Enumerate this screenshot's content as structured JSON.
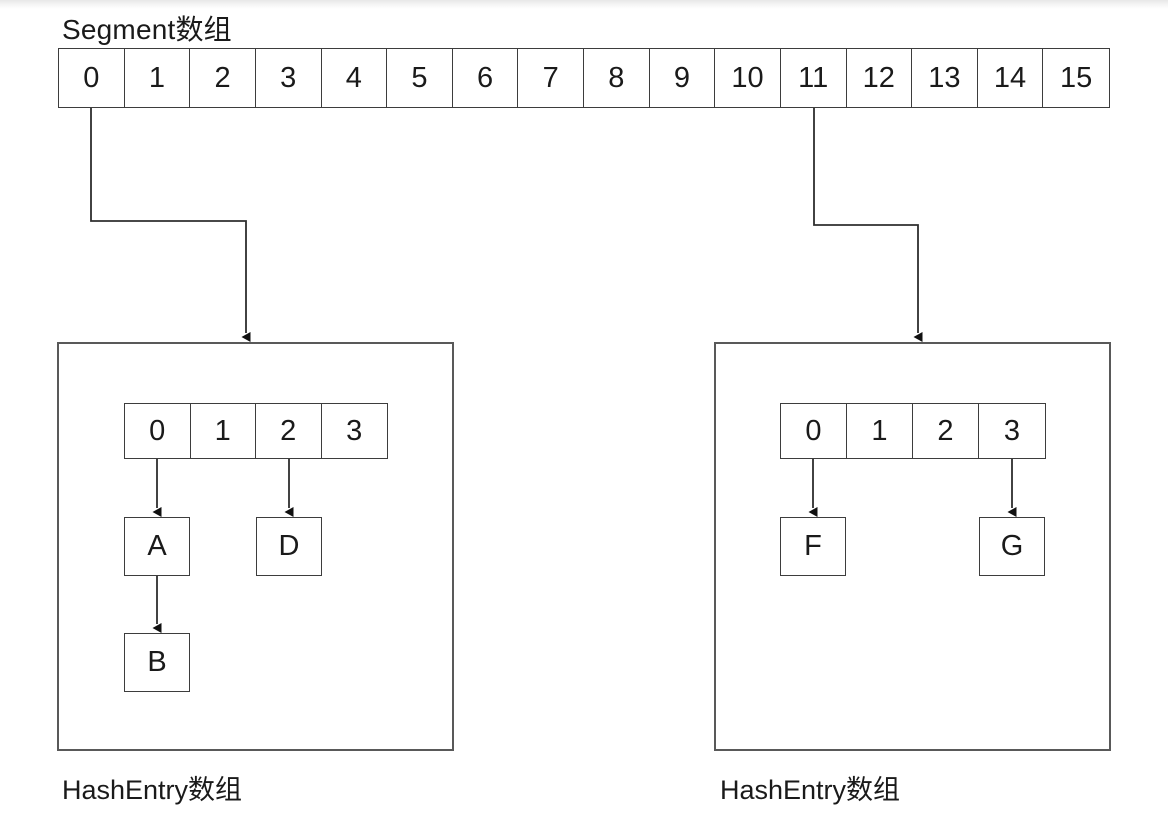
{
  "diagram": {
    "title": "Segment数组",
    "segment_array": {
      "label": "Segment数组",
      "cells": [
        "0",
        "1",
        "2",
        "3",
        "4",
        "5",
        "6",
        "7",
        "8",
        "9",
        "10",
        "11",
        "12",
        "13",
        "14",
        "15"
      ],
      "linked_cells": [
        "0",
        "11"
      ]
    },
    "containers": [
      {
        "caption": "HashEntry数组",
        "source_segment_index": "0",
        "bucket_array": [
          "0",
          "1",
          "2",
          "3"
        ],
        "nodes": [
          {
            "label": "A",
            "bucket": "0"
          },
          {
            "label": "B",
            "bucket": "0"
          },
          {
            "label": "D",
            "bucket": "2"
          }
        ],
        "chains": [
          {
            "from": "0",
            "to": "A"
          },
          {
            "from": "A",
            "to": "B"
          },
          {
            "from": "2",
            "to": "D"
          }
        ]
      },
      {
        "caption": "HashEntry数组",
        "source_segment_index": "11",
        "bucket_array": [
          "0",
          "1",
          "2",
          "3"
        ],
        "nodes": [
          {
            "label": "F",
            "bucket": "0"
          },
          {
            "label": "G",
            "bucket": "3"
          }
        ],
        "chains": [
          {
            "from": "0",
            "to": "F"
          },
          {
            "from": "3",
            "to": "G"
          }
        ]
      }
    ],
    "colors": {
      "background": "#ffffff",
      "cell_border": "#3d3d3d",
      "container_border": "#595959",
      "text": "#1a1a1a",
      "wire": "#2e2e2e"
    }
  }
}
